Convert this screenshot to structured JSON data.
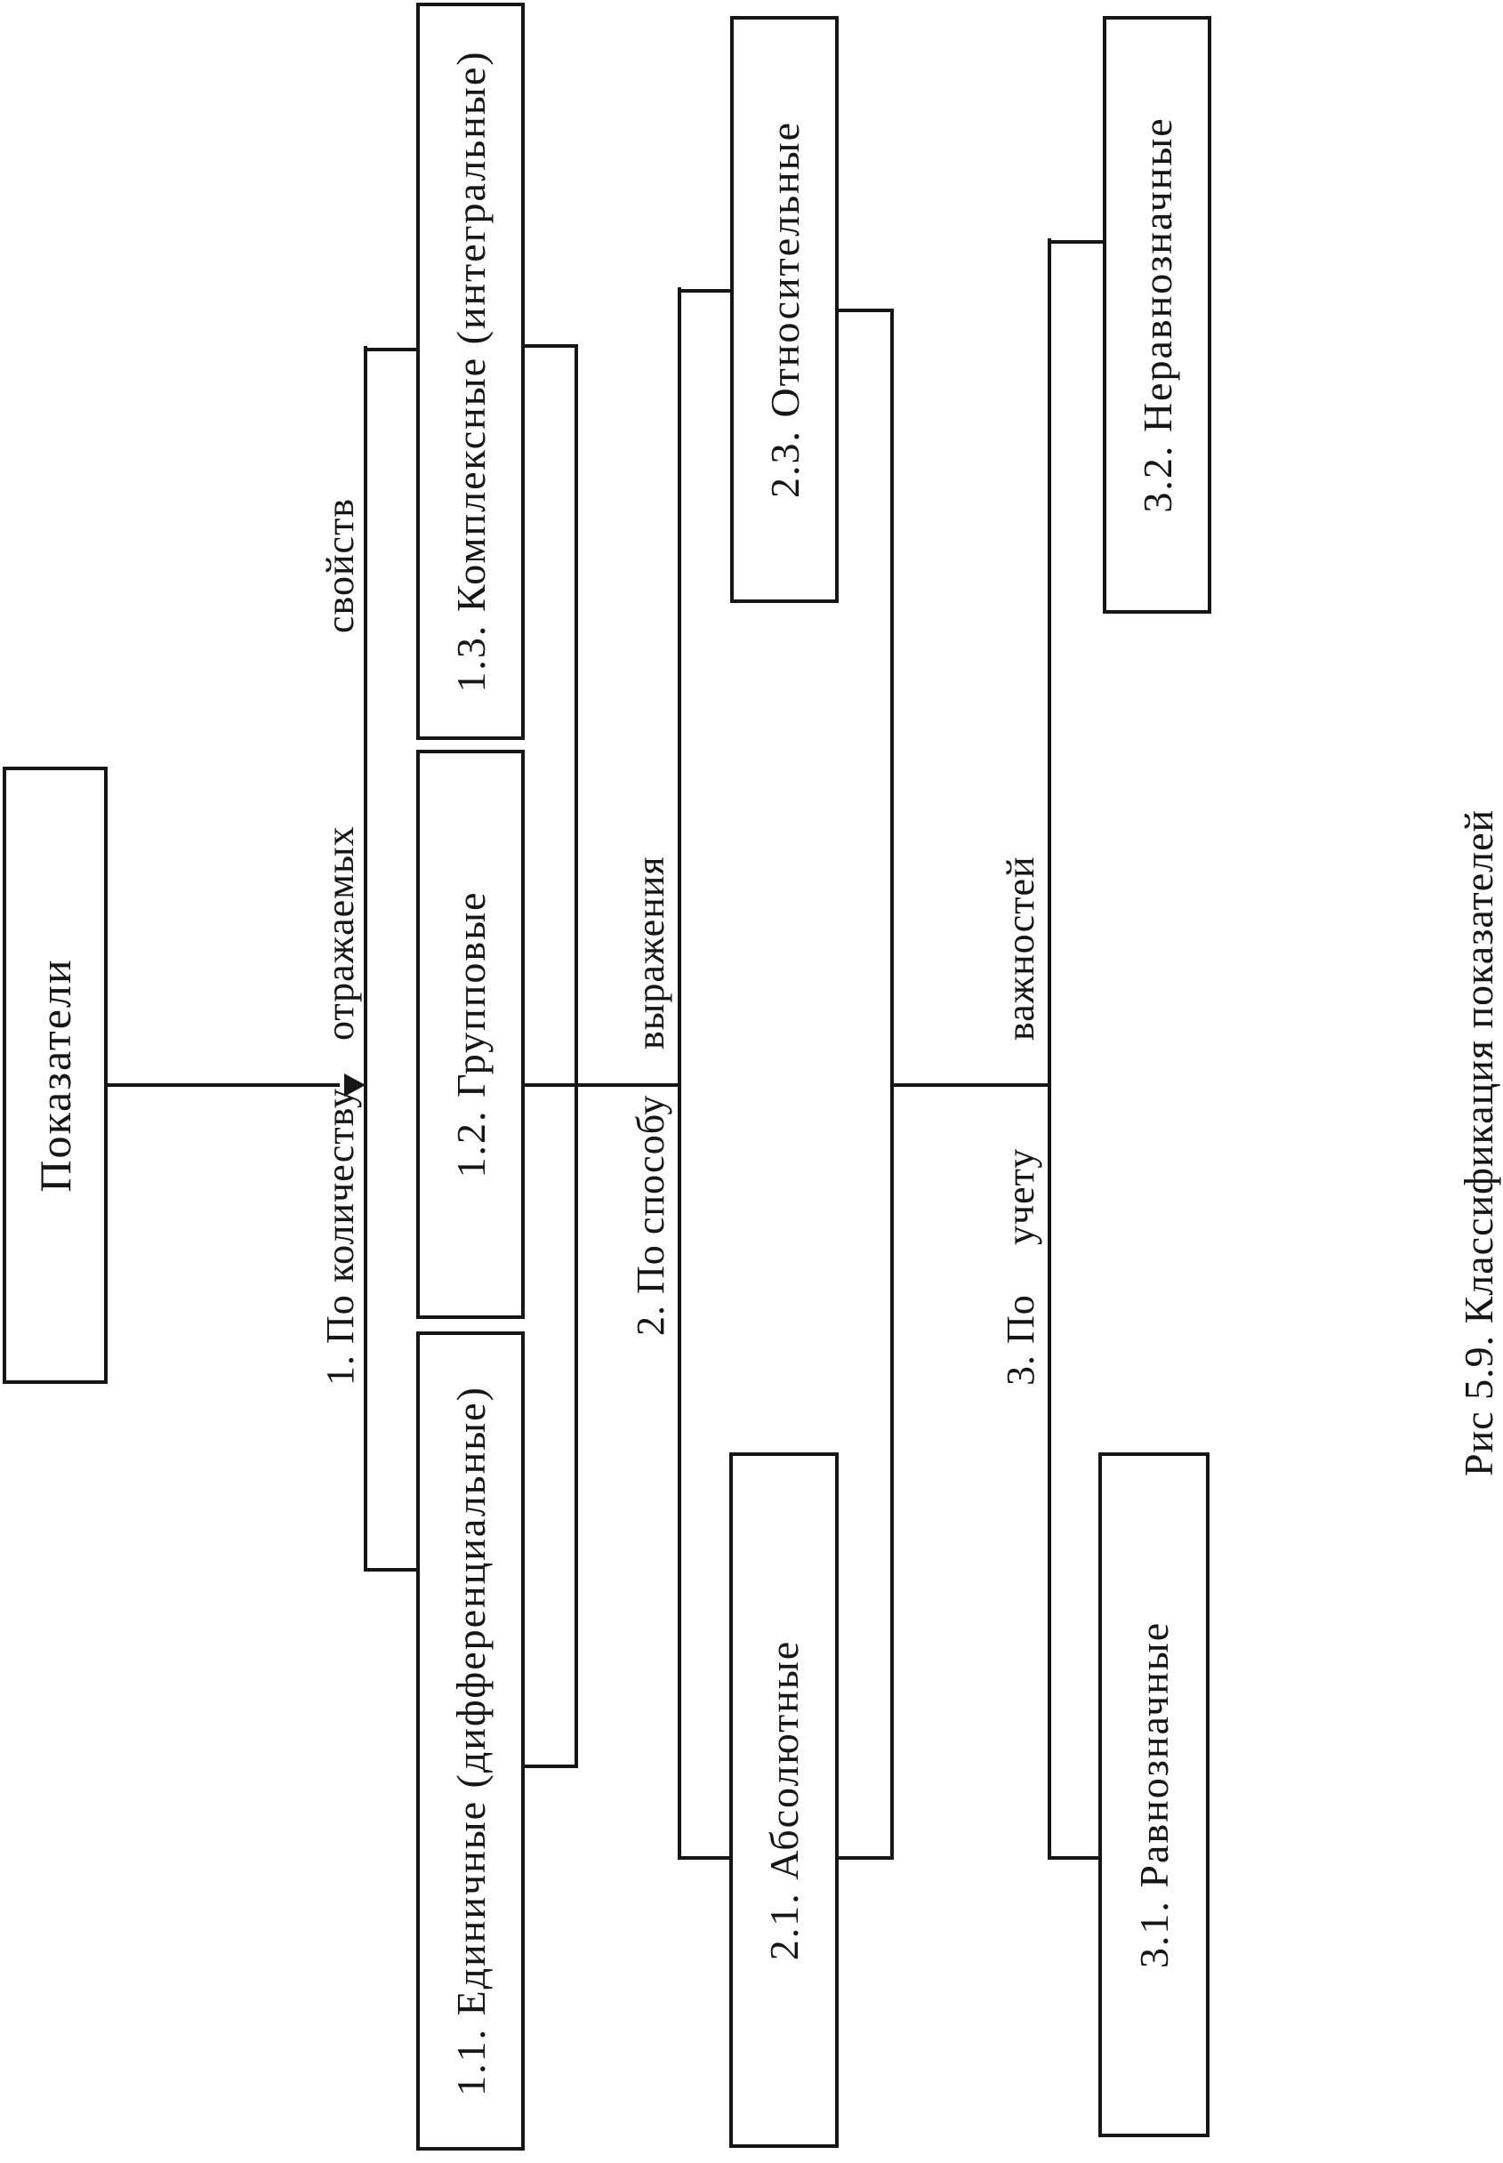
{
  "page": {
    "background": "#ffffff",
    "ink": "#161616"
  },
  "figure": {
    "root": "Показатели",
    "caption": "Рис 5.9. Классификация показателей",
    "groups": [
      {
        "label_words": [
          "1. По",
          "количеству",
          "отражаемых",
          "свойств"
        ],
        "boxes": [
          "1.1. Единичные (дифференциальные)",
          "1.2. Групповые",
          "1.3. Комплексные (интегральные)"
        ]
      },
      {
        "label_words": [
          "2. По",
          "способу",
          "выражения"
        ],
        "boxes": [
          "2.1. Абсолютные",
          "2.3. Относительные"
        ]
      },
      {
        "label_words": [
          "3. По",
          "учету",
          "важностей"
        ],
        "boxes": [
          "3.1. Равнозначные",
          "3.2. Неравнозначные"
        ]
      }
    ]
  }
}
